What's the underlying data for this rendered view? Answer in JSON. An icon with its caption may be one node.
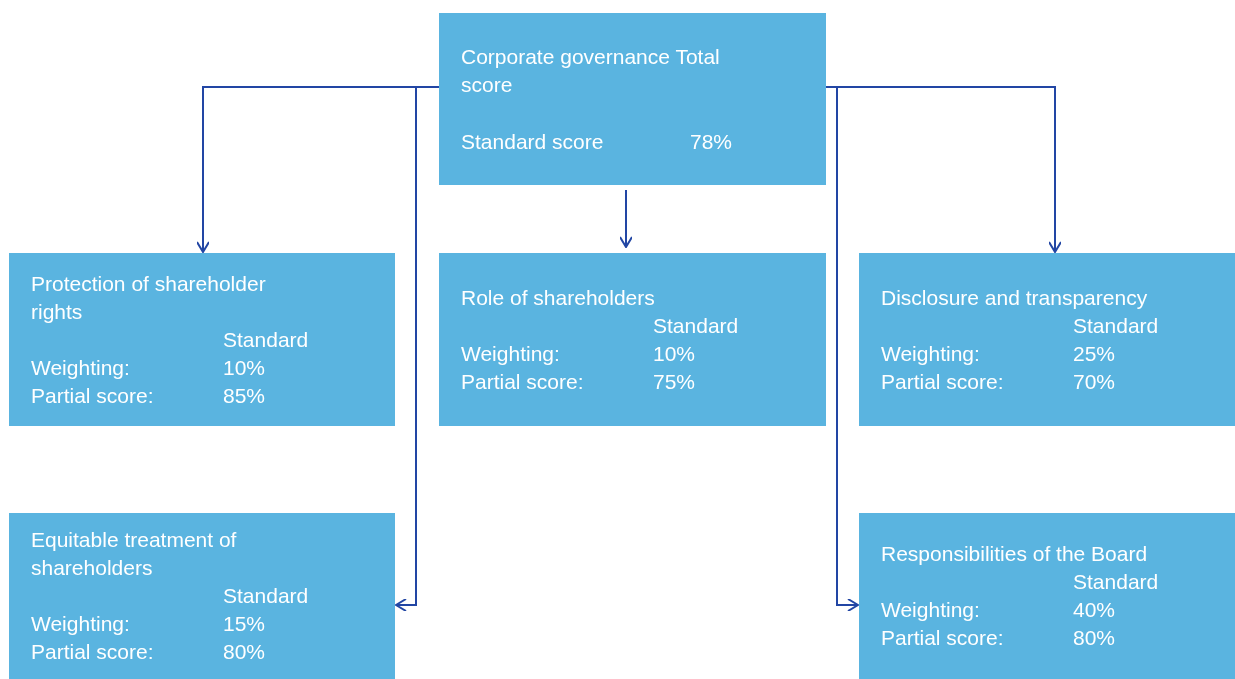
{
  "diagram": {
    "nodes": [
      {
        "text": [
          "Corporate governance Total score",
          "Standard score",
          "78%"
        ]
      },
      {
        "text": [
          "Protection of shareholder rights",
          "Standard",
          "Weighting:",
          "10%",
          "Partial score:",
          "85%"
        ]
      },
      {
        "text": [
          "Role of shareholders",
          "Standard",
          "Weighting:",
          "10%",
          "Partial score:",
          "75%"
        ]
      },
      {
        "text": [
          "Disclosure and transparency",
          "Standard",
          "Weighting:",
          "25%",
          "Partial score:",
          "70%"
        ]
      },
      {
        "text": [
          "Equitable treatment of shareholders",
          "Standard",
          "Weighting:",
          "15%",
          "Partial score:",
          "80%"
        ]
      },
      {
        "text": [
          "Responsibilities of the Board",
          "Standard",
          "Weighting:",
          "40%",
          "Partial score:",
          "80%"
        ]
      }
    ],
    "edges": [
      {
        "from": 0,
        "to": 1,
        "arrow": "to"
      },
      {
        "from": 0,
        "to": 4,
        "arrow": "to"
      },
      {
        "from": 0,
        "to": 2,
        "arrow": "to"
      },
      {
        "from": 0,
        "to": 3,
        "arrow": "to"
      },
      {
        "from": 0,
        "to": 5,
        "arrow": "to"
      }
    ]
  }
}
